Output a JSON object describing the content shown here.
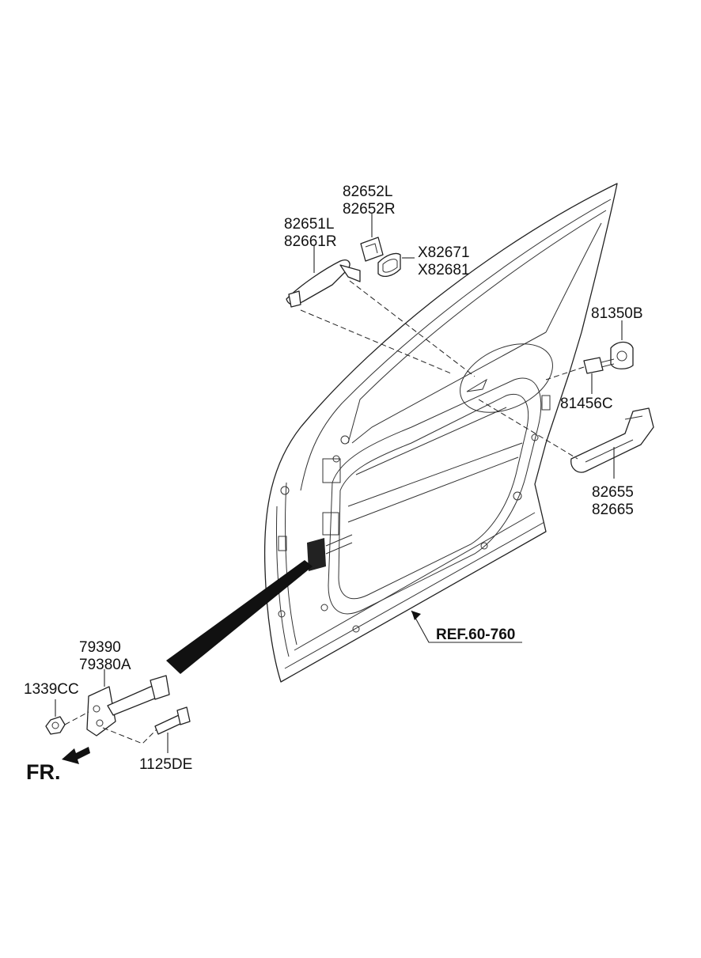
{
  "labels": {
    "p82652L": "82652L",
    "p82652R": "82652R",
    "p82651L": "82651L",
    "p82661R": "82661R",
    "pX82671": "X82671",
    "pX82681": "X82681",
    "p81350B": "81350B",
    "p81456C": "81456C",
    "p82655": "82655",
    "p82665": "82665",
    "ref": "REF.60-760",
    "p79390": "79390",
    "p79380A": "79380A",
    "p1339CC": "1339CC",
    "p1125DE": "1125DE",
    "fr": "FR."
  },
  "colors": {
    "ink": "#222222",
    "background": "#ffffff"
  }
}
